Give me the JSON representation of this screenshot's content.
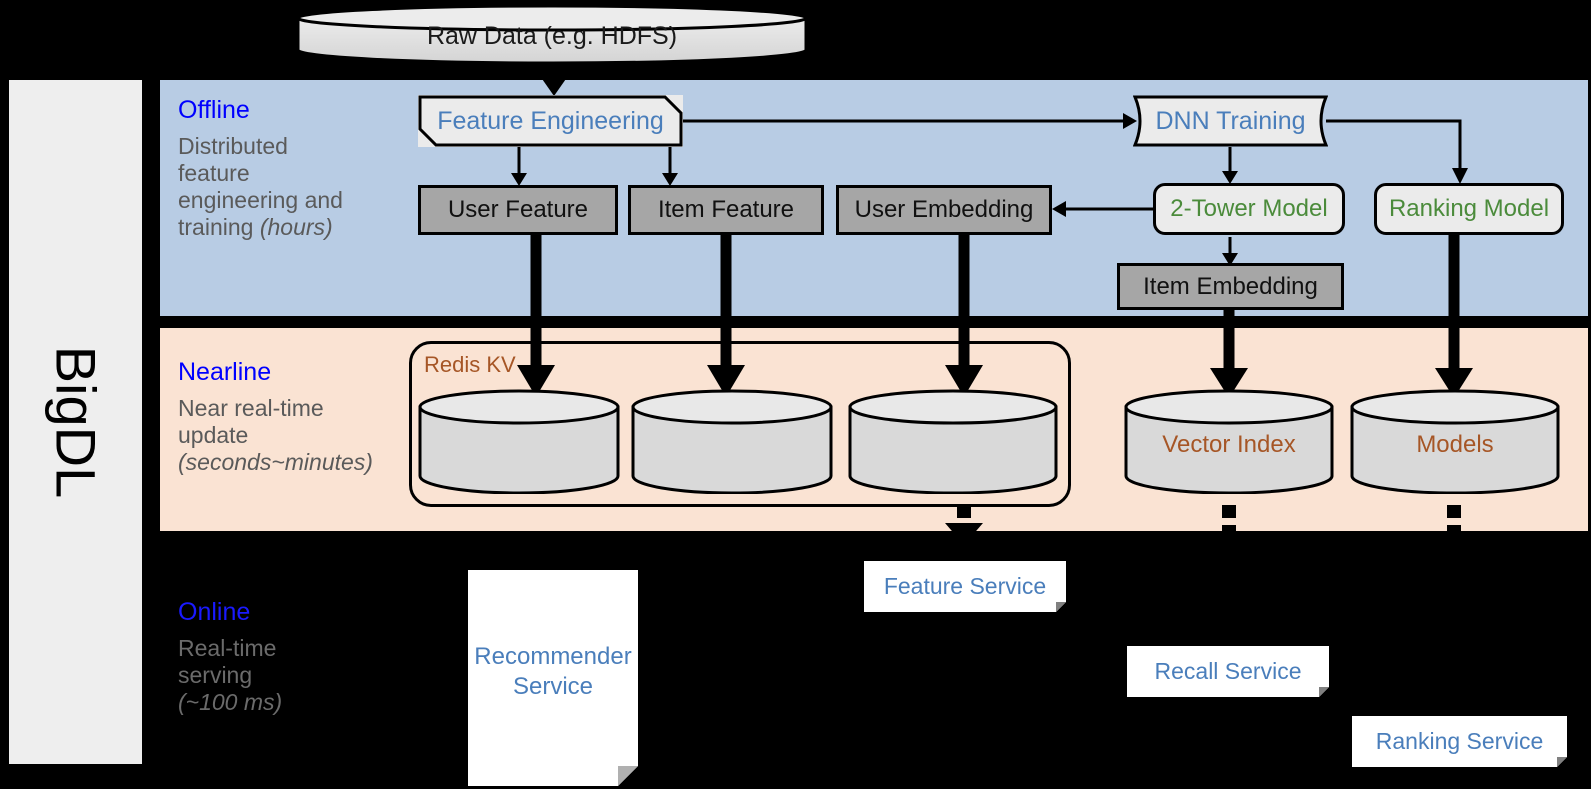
{
  "sidebar": {
    "label": "BigDL"
  },
  "bands": {
    "offline": {
      "title": "Offline",
      "description": "Distributed feature engineering and ",
      "description_em": "training (hours)",
      "desc_line1": "Distributed",
      "desc_line2": "feature",
      "desc_line3": "engineering and",
      "desc_line4": "training ",
      "desc_em": "(hours)",
      "color": "#b8cce4"
    },
    "nearline": {
      "title": "Nearline",
      "desc_line1": "Near real-time",
      "desc_line2": "update",
      "desc_em": "(seconds~minutes)",
      "color": "#fae3d3"
    },
    "online": {
      "title": "Online",
      "desc_line1": "Real-time",
      "desc_line2": "serving",
      "desc_em": "(~100 ms)",
      "color": "#000000"
    }
  },
  "source": {
    "raw_data": "Raw Data (e.g. HDFS)"
  },
  "offline_nodes": {
    "feature_engineering": "Feature Engineering",
    "dnn_training": "DNN Training",
    "user_feature": "User Feature",
    "item_feature": "Item Feature",
    "user_embedding": "User Embedding",
    "two_tower_model": "2-Tower Model",
    "ranking_model": "Ranking Model",
    "item_embedding": "Item Embedding"
  },
  "nearline_nodes": {
    "redis_group": "Redis KV",
    "kv_store_1": "",
    "kv_store_2": "",
    "kv_store_3": "",
    "vector_index": "Vector Index",
    "models": "Models"
  },
  "online_nodes": {
    "recommender_service_l1": "Recommender",
    "recommender_service_l2": "Service",
    "feature_service": "Feature Service",
    "recall_service": "Recall Service",
    "ranking_service": "Ranking Service"
  },
  "colors": {
    "offline_band": "#b8cce4",
    "nearline_band": "#fae3d3",
    "online_band": "#000000",
    "band_title": "#0000ff",
    "band_desc": "#5a5a5a",
    "store_fill": "#a6a6a6",
    "process_fill": "#ebebeb",
    "green_text": "#4b8b3b",
    "blue_text": "#4a7ebb",
    "brown_text": "#a65626",
    "cylinder_fill": "#d9d9d9",
    "sidebar_fill": "#eeeeee"
  }
}
